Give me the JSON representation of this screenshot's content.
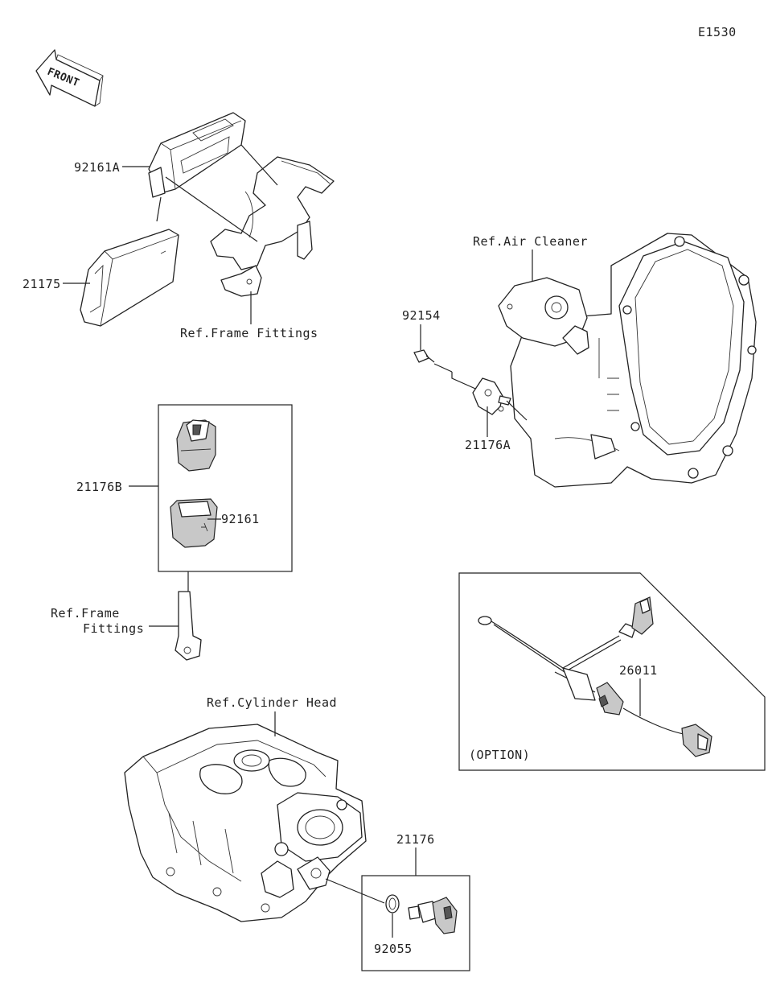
{
  "diagram_id": "E1530",
  "front_arrow_label": "FRONT",
  "labels": {
    "p92161A": "92161A",
    "p21175": "21175",
    "ref_frame_fittings_top": "Ref.Frame Fittings",
    "ref_air_cleaner": "Ref.Air Cleaner",
    "p92154": "92154",
    "p21176A": "21176A",
    "p21176B": "21176B",
    "p92161": "92161",
    "ref_frame_fittings_mid_1": "Ref.Frame",
    "ref_frame_fittings_mid_2": "Fittings",
    "p26011": "26011",
    "option": "(OPTION)",
    "ref_cylinder_head": "Ref.Cylinder Head",
    "p21176": "21176",
    "p92055": "92055"
  }
}
